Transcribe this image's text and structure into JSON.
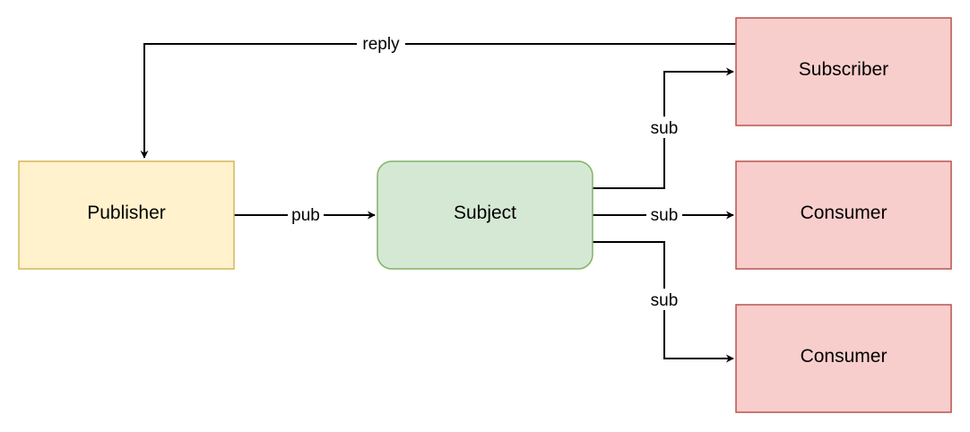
{
  "diagram": {
    "nodes": {
      "publisher": {
        "label": "Publisher",
        "fill": "#fff2cc",
        "stroke": "#d6b656"
      },
      "subject": {
        "label": "Subject",
        "fill": "#d5e8d4",
        "stroke": "#82b366"
      },
      "subscriber": {
        "label": "Subscriber",
        "fill": "#f8cecc",
        "stroke": "#b85450"
      },
      "consumer_1": {
        "label": "Consumer",
        "fill": "#f8cecc",
        "stroke": "#b85450"
      },
      "consumer_2": {
        "label": "Consumer",
        "fill": "#f8cecc",
        "stroke": "#b85450"
      }
    },
    "edges": {
      "publisher_to_subject": {
        "label": "pub"
      },
      "subject_to_subscriber": {
        "label": "sub"
      },
      "subject_to_consumer_1": {
        "label": "sub"
      },
      "subject_to_consumer_2": {
        "label": "sub"
      },
      "subscriber_to_publisher": {
        "label": "reply"
      }
    }
  }
}
